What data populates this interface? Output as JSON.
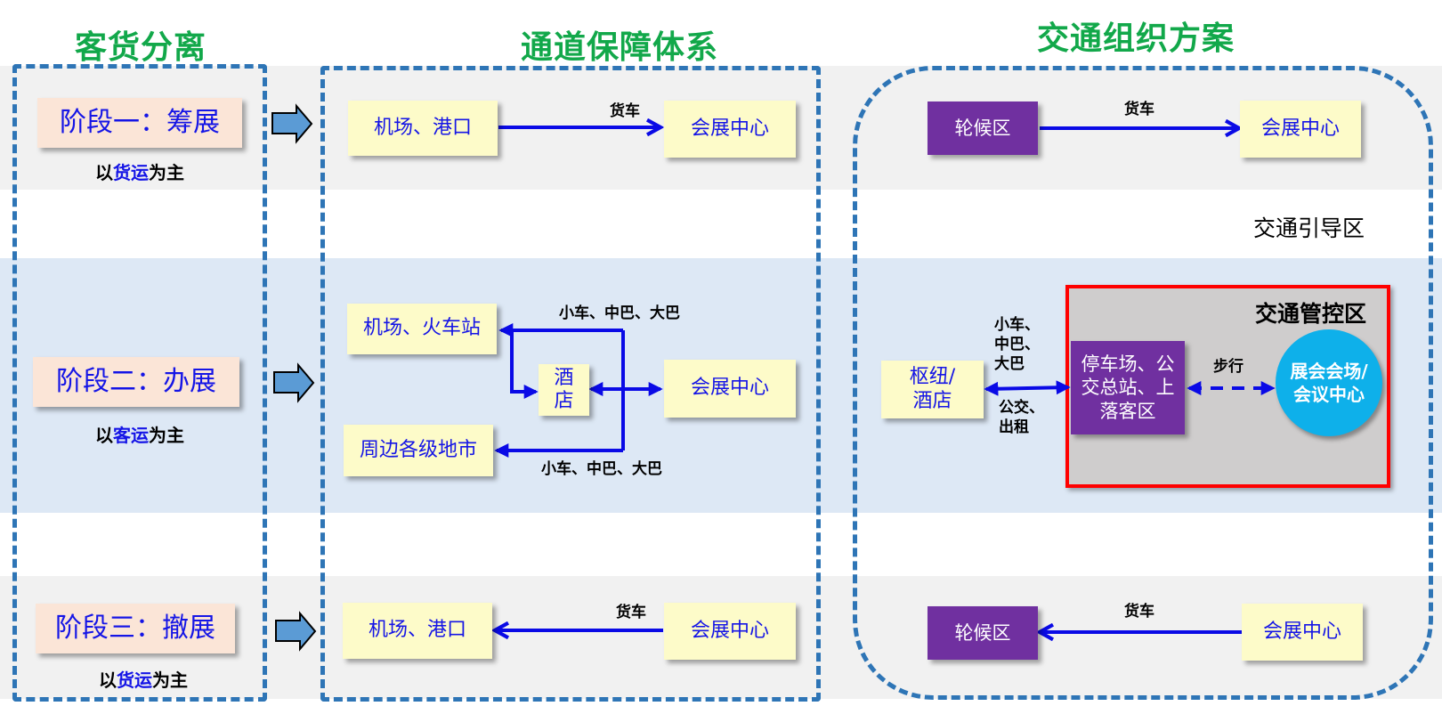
{
  "columns": {
    "separation": "客货分离",
    "channel": "通道保障体系",
    "organization": "交通组织方案"
  },
  "stages": [
    {
      "title": "阶段一：筹展",
      "sub_prefix": "以",
      "sub_highlight": "货运",
      "sub_suffix": "为主"
    },
    {
      "title": "阶段二：办展",
      "sub_prefix": "以",
      "sub_highlight": "客运",
      "sub_suffix": "为主"
    },
    {
      "title": "阶段三：撤展",
      "sub_prefix": "以",
      "sub_highlight": "货运",
      "sub_suffix": "为主"
    }
  ],
  "channel": {
    "row1": {
      "from": "机场、港口",
      "to": "会展中心",
      "mode": "货车"
    },
    "row2": {
      "airport_rail": "机场、火车站",
      "hotel": "酒\n店",
      "center": "会展中心",
      "cities": "周边各级地市",
      "mode_top": "小车、中巴、大巴",
      "mode_bottom": "小车、中巴、大巴"
    },
    "row3": {
      "from": "会展中心",
      "to": "机场、港口",
      "mode": "货车"
    }
  },
  "organization": {
    "row1": {
      "from": "轮候区",
      "to": "会展中心",
      "mode": "货车"
    },
    "guidance_zone": "交通引导区",
    "control_zone": "交通管控区",
    "hub": "枢纽/\n酒店",
    "mode_upper": "小车、\n中巴、\n大巴",
    "mode_lower": "公交、\n出租",
    "parking": "停车场、公\n交总站、上\n落客区",
    "walk": "步行",
    "venue": "展会会场/\n会议中心",
    "row3": {
      "from": "会展中心",
      "to": "轮候区",
      "mode": "货车"
    }
  },
  "colors": {
    "title_green": "#12a84a",
    "dash_blue": "#2e75b6",
    "arrow_blue": "#0a0ae6",
    "purple": "#7030a0",
    "venue_cyan": "#0eb0ea",
    "control_red": "#ff0000"
  }
}
